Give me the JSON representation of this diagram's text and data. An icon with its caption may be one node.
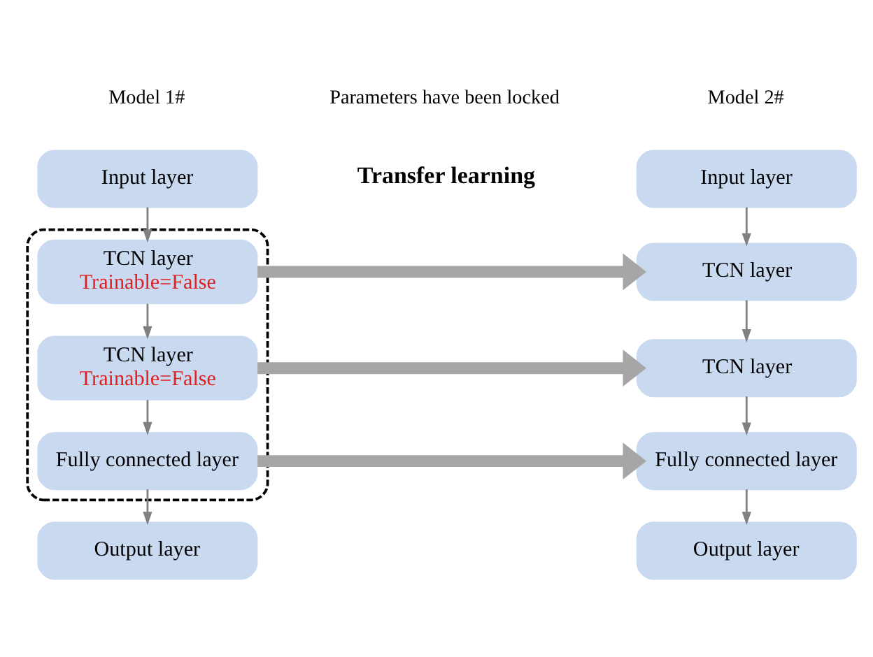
{
  "diagram": {
    "nodes": [
      {
        "text": [
          "Input layer"
        ]
      },
      {
        "text": [],
        "shape": "box"
      },
      {
        "text": [
          "TCN layer",
          "Trainable=False"
        ],
        "in": 1
      },
      {
        "text": [
          "TCN layer",
          "Trainable=False"
        ],
        "in": 1
      },
      {
        "text": [
          "Fully connected layer"
        ],
        "in": 1
      },
      {
        "text": [
          "Output layer"
        ]
      },
      {
        "text": [
          "Input layer"
        ]
      },
      {
        "text": [
          "TCN layer"
        ]
      },
      {
        "text": [
          "TCN layer"
        ]
      },
      {
        "text": [
          "Fully connected layer"
        ]
      },
      {
        "text": [
          "Output layer"
        ]
      }
    ],
    "edges": [
      {
        "from": 0,
        "to": 2,
        "arrow": "to"
      },
      {
        "from": 2,
        "to": 3,
        "arrow": "to"
      },
      {
        "from": 3,
        "to": 4,
        "arrow": "to"
      },
      {
        "from": 4,
        "to": 5,
        "arrow": "to"
      },
      {
        "from": 6,
        "to": 7,
        "arrow": "to"
      },
      {
        "from": 7,
        "to": 8,
        "arrow": "to"
      },
      {
        "from": 8,
        "to": 9,
        "arrow": "to"
      },
      {
        "from": 9,
        "to": 10,
        "arrow": "to"
      },
      {
        "from": 2,
        "to": 7,
        "arrow": "to",
        "style": "thick",
        "color": "#a6a6a6"
      },
      {
        "from": 3,
        "to": 8,
        "arrow": "to",
        "style": "thick",
        "color": "#a6a6a6"
      },
      {
        "from": 4,
        "to": 9,
        "arrow": "to",
        "style": "thick",
        "color": "#a6a6a6"
      }
    ],
    "labels": [
      "Model 1#",
      "Parameters have been locked",
      "Model 2#",
      "Transfer learning"
    ]
  }
}
